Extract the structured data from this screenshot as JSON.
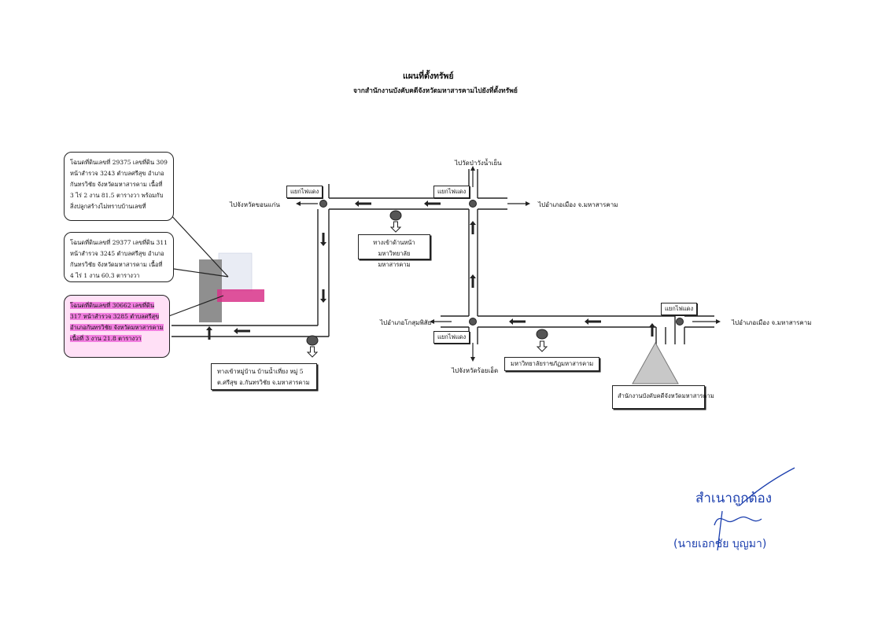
{
  "title": "แผนที่ตั้งทรัพย์",
  "subtitle": "จากสำนักงานบังคับคดีจังหวัดมหาสารคามไปยังที่ตั้งทรัพย์",
  "plots": [
    "โฉนดที่ดินเลขที่ 29375 เลขที่ดิน 309 หน้าสำรวจ 3243 ตำบลศรีสุข อำเภอกันทรวิชัย จังหวัดมหาสารคาม เนื้อที่ 3 ไร่ 2 งาน 81.5 ตารางวา พร้อมกับสิ่งปลูกสร้างไม่ทราบบ้านเลขที่",
    "โฉนดที่ดินเลขที่ 29377 เลขที่ดิน 311 หน้าสำรวจ 3245 ตำบลศรีสุข อำเภอกันทรวิชัย จังหวัดมหาสารคาม เนื้อที่ 4 ไร่ 1 งาน 60.3 ตารางวา",
    "โฉนดที่ดินเลขที่ 30662 เลขที่ดิน 317 หน้าสำรวจ 3285 ตำบลศรีสุข อำเภอกันทรวิชัย จังหวัดมหาสารคาม เนื้อที่ 3 งาน 21.8 ตารางวา"
  ],
  "signals": [
    "แยกไฟแดง",
    "แยกไฟแดง",
    "แยกไฟแดง",
    "แยกไฟแดง"
  ],
  "directions": {
    "to_khon_kaen": "ไปจังหวัดขอนแก่น",
    "to_wat_pa": "ไปวัดป่าวังน้ำเย็น",
    "to_city_top": "ไปอำเภอเมือง จ.มหาสารคาม",
    "to_kosum": "ไปอำเภอโกสุมพิสัย",
    "to_city_right": "ไปอำเภอเมือง จ.มหาสารคาม",
    "to_roi_et": "ไปจังหวัดร้อยเอ็ด"
  },
  "landmarks": {
    "university_entrance": "ทางเข้าด้านหน้ามหาวิทยาลัยมหาสารคาม",
    "village_entrance": "ทางเข้าหมู่บ้าน บ้านน้ำเที่ยง หมู่ 5 ต.ศรีสุข อ.กันทรวิชัย จ.มหาสารคาม",
    "rajabhat": "มหาวิทยาลัยราชภัฏมหาสารคาม",
    "office": "สำนักงานบังคับคดีจังหวัดมหาสารคาม"
  },
  "certification": {
    "stamp": "สำเนาถูกต้อง",
    "signer": "(นายเอกชัย บุญมา)"
  },
  "colors": {
    "road": "#222222",
    "highlight": "#f07fe0",
    "highlight_rect": "#d8328a",
    "plot_gray": "#8f8f8f",
    "plot_light": "#e9ecf4",
    "ink_blue": "#1c3fae"
  }
}
